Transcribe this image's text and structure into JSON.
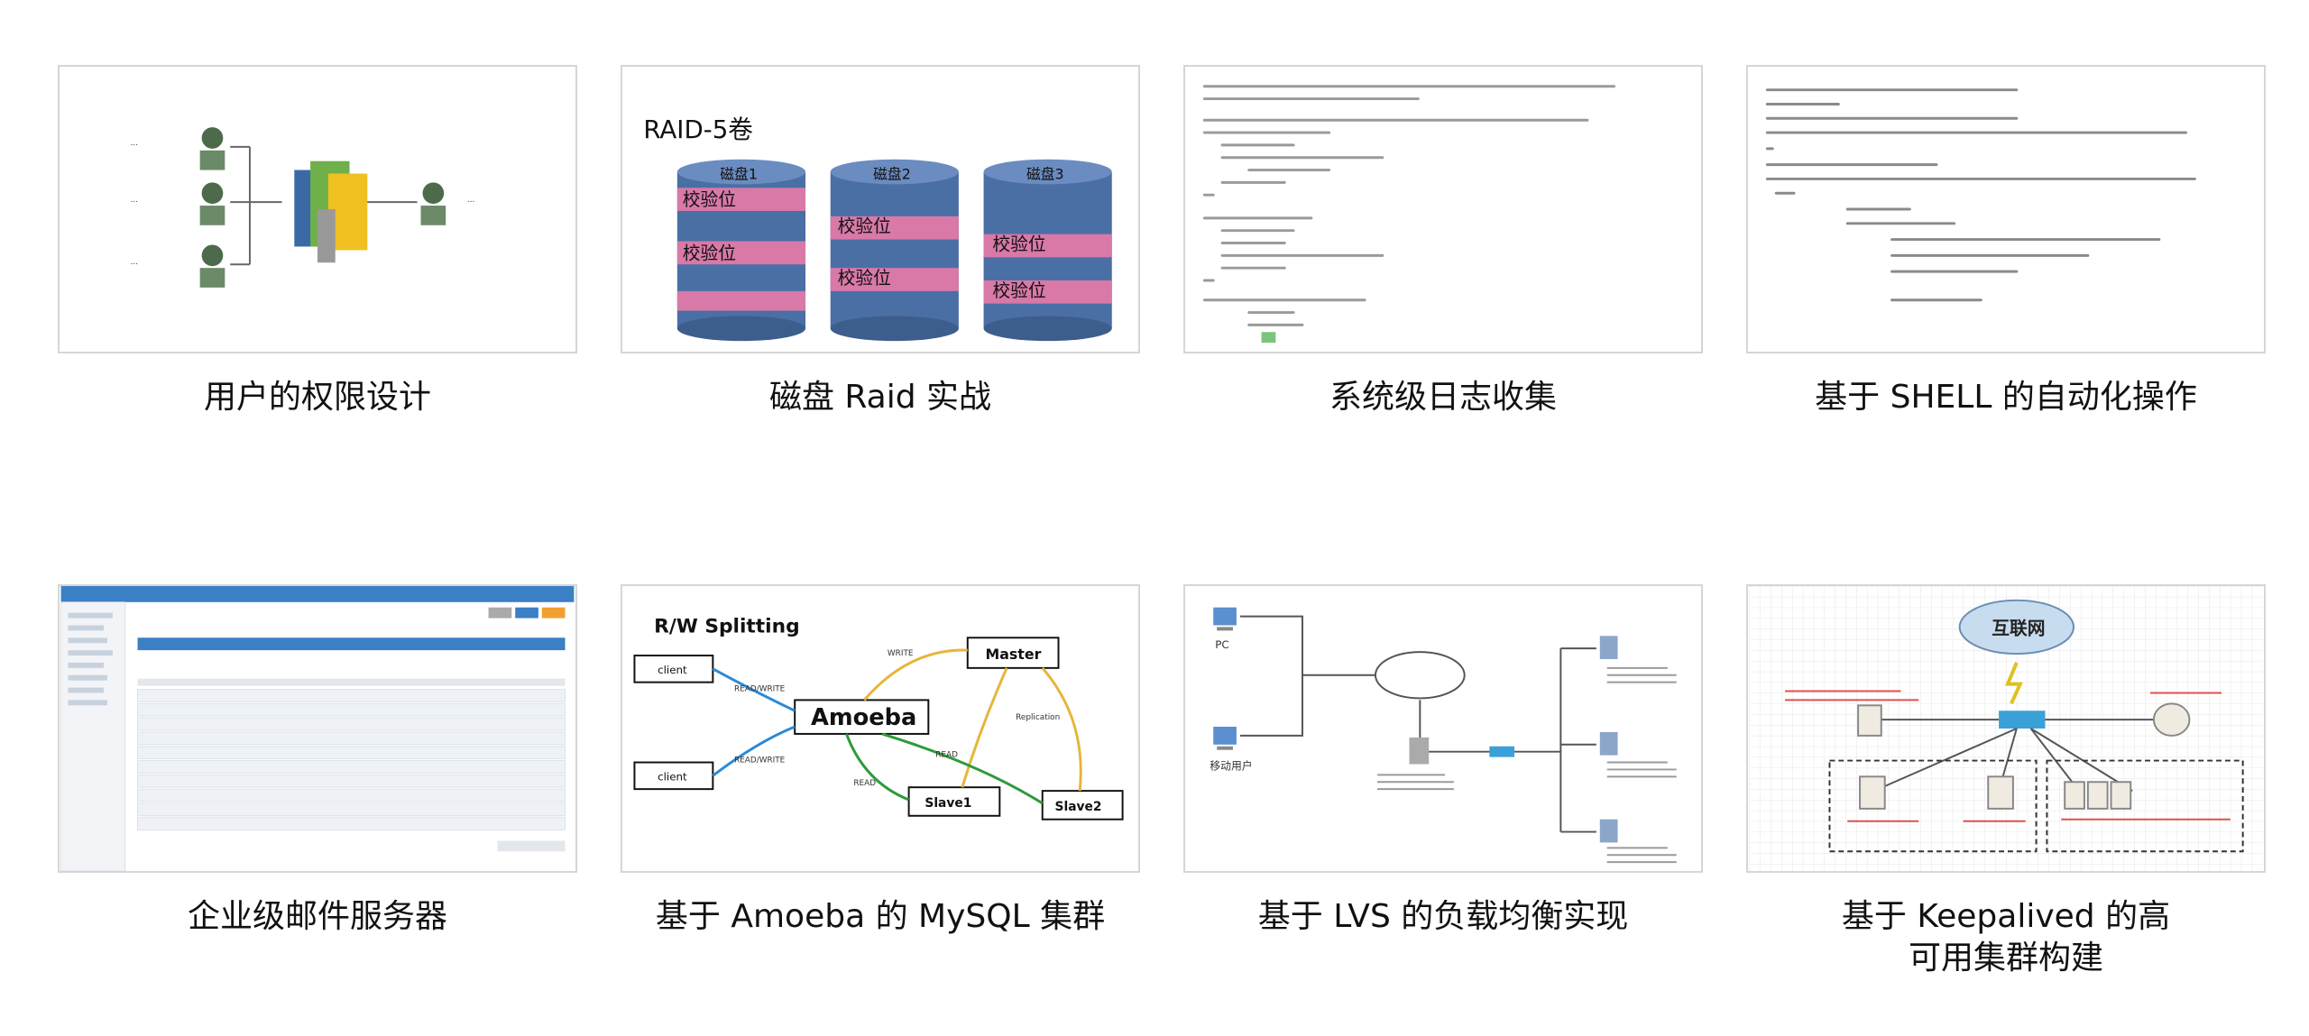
{
  "captions": [
    "用户的权限设计",
    "磁盘 Raid 实战",
    "系统级日志收集",
    "基于 SHELL 的自动化操作",
    "企业级邮件服务器",
    "基于 Amoeba 的 MySQL 集群",
    "基于 LVS 的负载均衡实现",
    "基于 Keepalived 的高\n可用集群构建"
  ],
  "raid": {
    "title": "RAID-5卷",
    "disks": [
      "磁盘1",
      "磁盘2",
      "磁盘3"
    ],
    "parity_label": "校验位"
  },
  "rw": {
    "title": "R/W Splitting",
    "center": "Amoeba",
    "master": "Master",
    "slave1": "Slave1",
    "slave2": "Slave2",
    "client": "client",
    "read_write": "READ/WRITE",
    "read": "READ",
    "write": "WRITE",
    "replication": "Replication"
  },
  "lvs": {
    "pc": "PC",
    "mobile": "移动用户"
  },
  "keepalived": {
    "internet": "互联网"
  }
}
